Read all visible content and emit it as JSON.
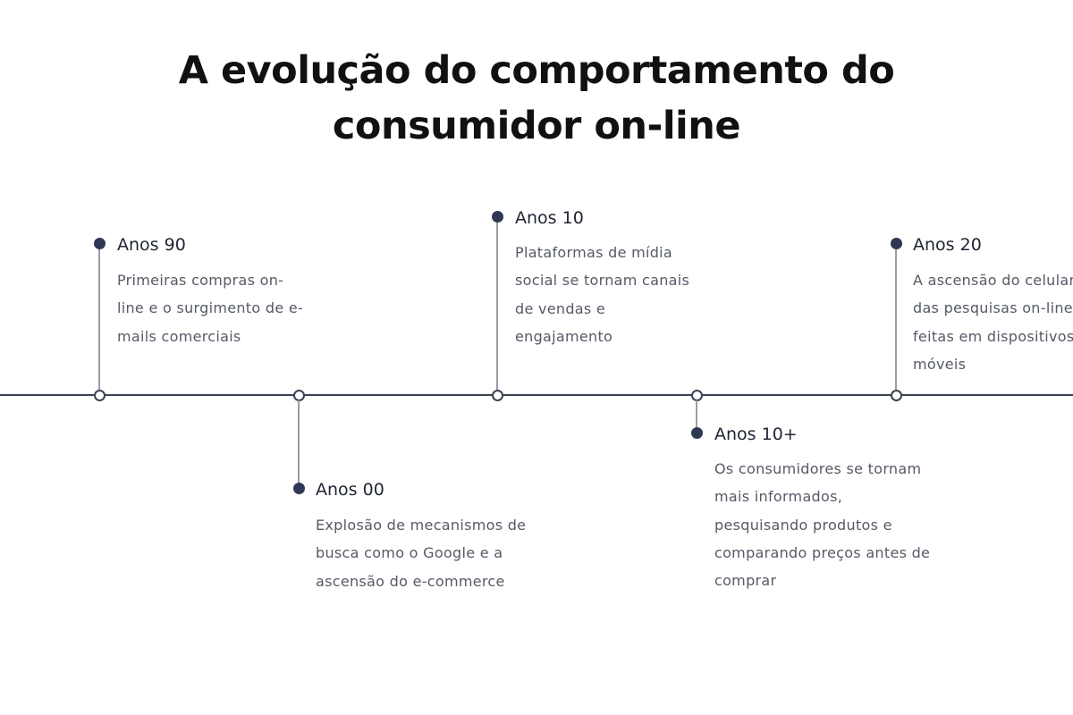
{
  "title": {
    "line1": "A evolução do comportamento do",
    "line2": "consumidor on-line"
  },
  "events": [
    {
      "label": "Anos 90",
      "description": [
        "Primeiras compras on-",
        "line e o surgimento de e-",
        "mails comerciais"
      ]
    },
    {
      "label": "Anos 00",
      "description": [
        "Explosão de mecanismos de",
        "busca como o Google e a",
        "ascensão do e-commerce"
      ]
    },
    {
      "label": "Anos 10",
      "description": [
        "Plataformas de mídia",
        "social se tornam canais",
        "de vendas e",
        "engajamento"
      ]
    },
    {
      "label": "Anos 10+",
      "description": [
        "Os consumidores se tornam",
        "mais informados,",
        "pesquisando produtos e",
        "comparando preços antes de",
        "comprar"
      ]
    },
    {
      "label": "Anos 20",
      "description": [
        "A ascensão do celular",
        "das pesquisas on-line",
        "feitas em dispositivos",
        "móveis"
      ]
    }
  ]
}
